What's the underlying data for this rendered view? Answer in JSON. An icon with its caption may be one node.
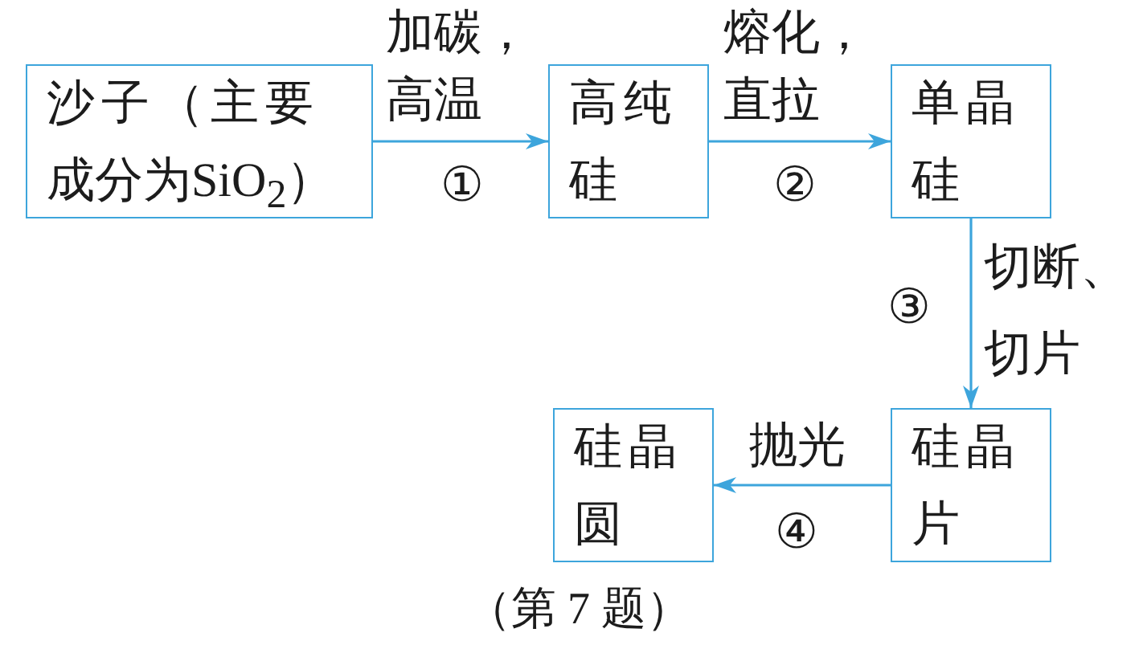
{
  "diagram": {
    "caption": "（第 7 题）",
    "nodes": [
      {
        "text": [
          "沙子（主要成分为SiO$_{2}$）"
        ]
      },
      {
        "text": [
          "高纯硅"
        ]
      },
      {
        "text": [
          "单晶硅"
        ]
      },
      {
        "text": [
          "硅晶圆"
        ]
      },
      {
        "text": [
          "硅晶片"
        ]
      }
    ],
    "edges": [
      {
        "from": 0,
        "to": 1,
        "arrow": "to",
        "label": "加碳，高温"
      },
      {
        "from": 1,
        "to": 2,
        "arrow": "to",
        "label": "熔化，直拉"
      },
      {
        "from": 2,
        "to": 4,
        "arrow": "to",
        "label": "切断、切片"
      },
      {
        "from": 4,
        "to": 3,
        "arrow": "to",
        "label": "抛光"
      }
    ],
    "labels": [
      "①",
      "②",
      "③",
      "④"
    ]
  }
}
